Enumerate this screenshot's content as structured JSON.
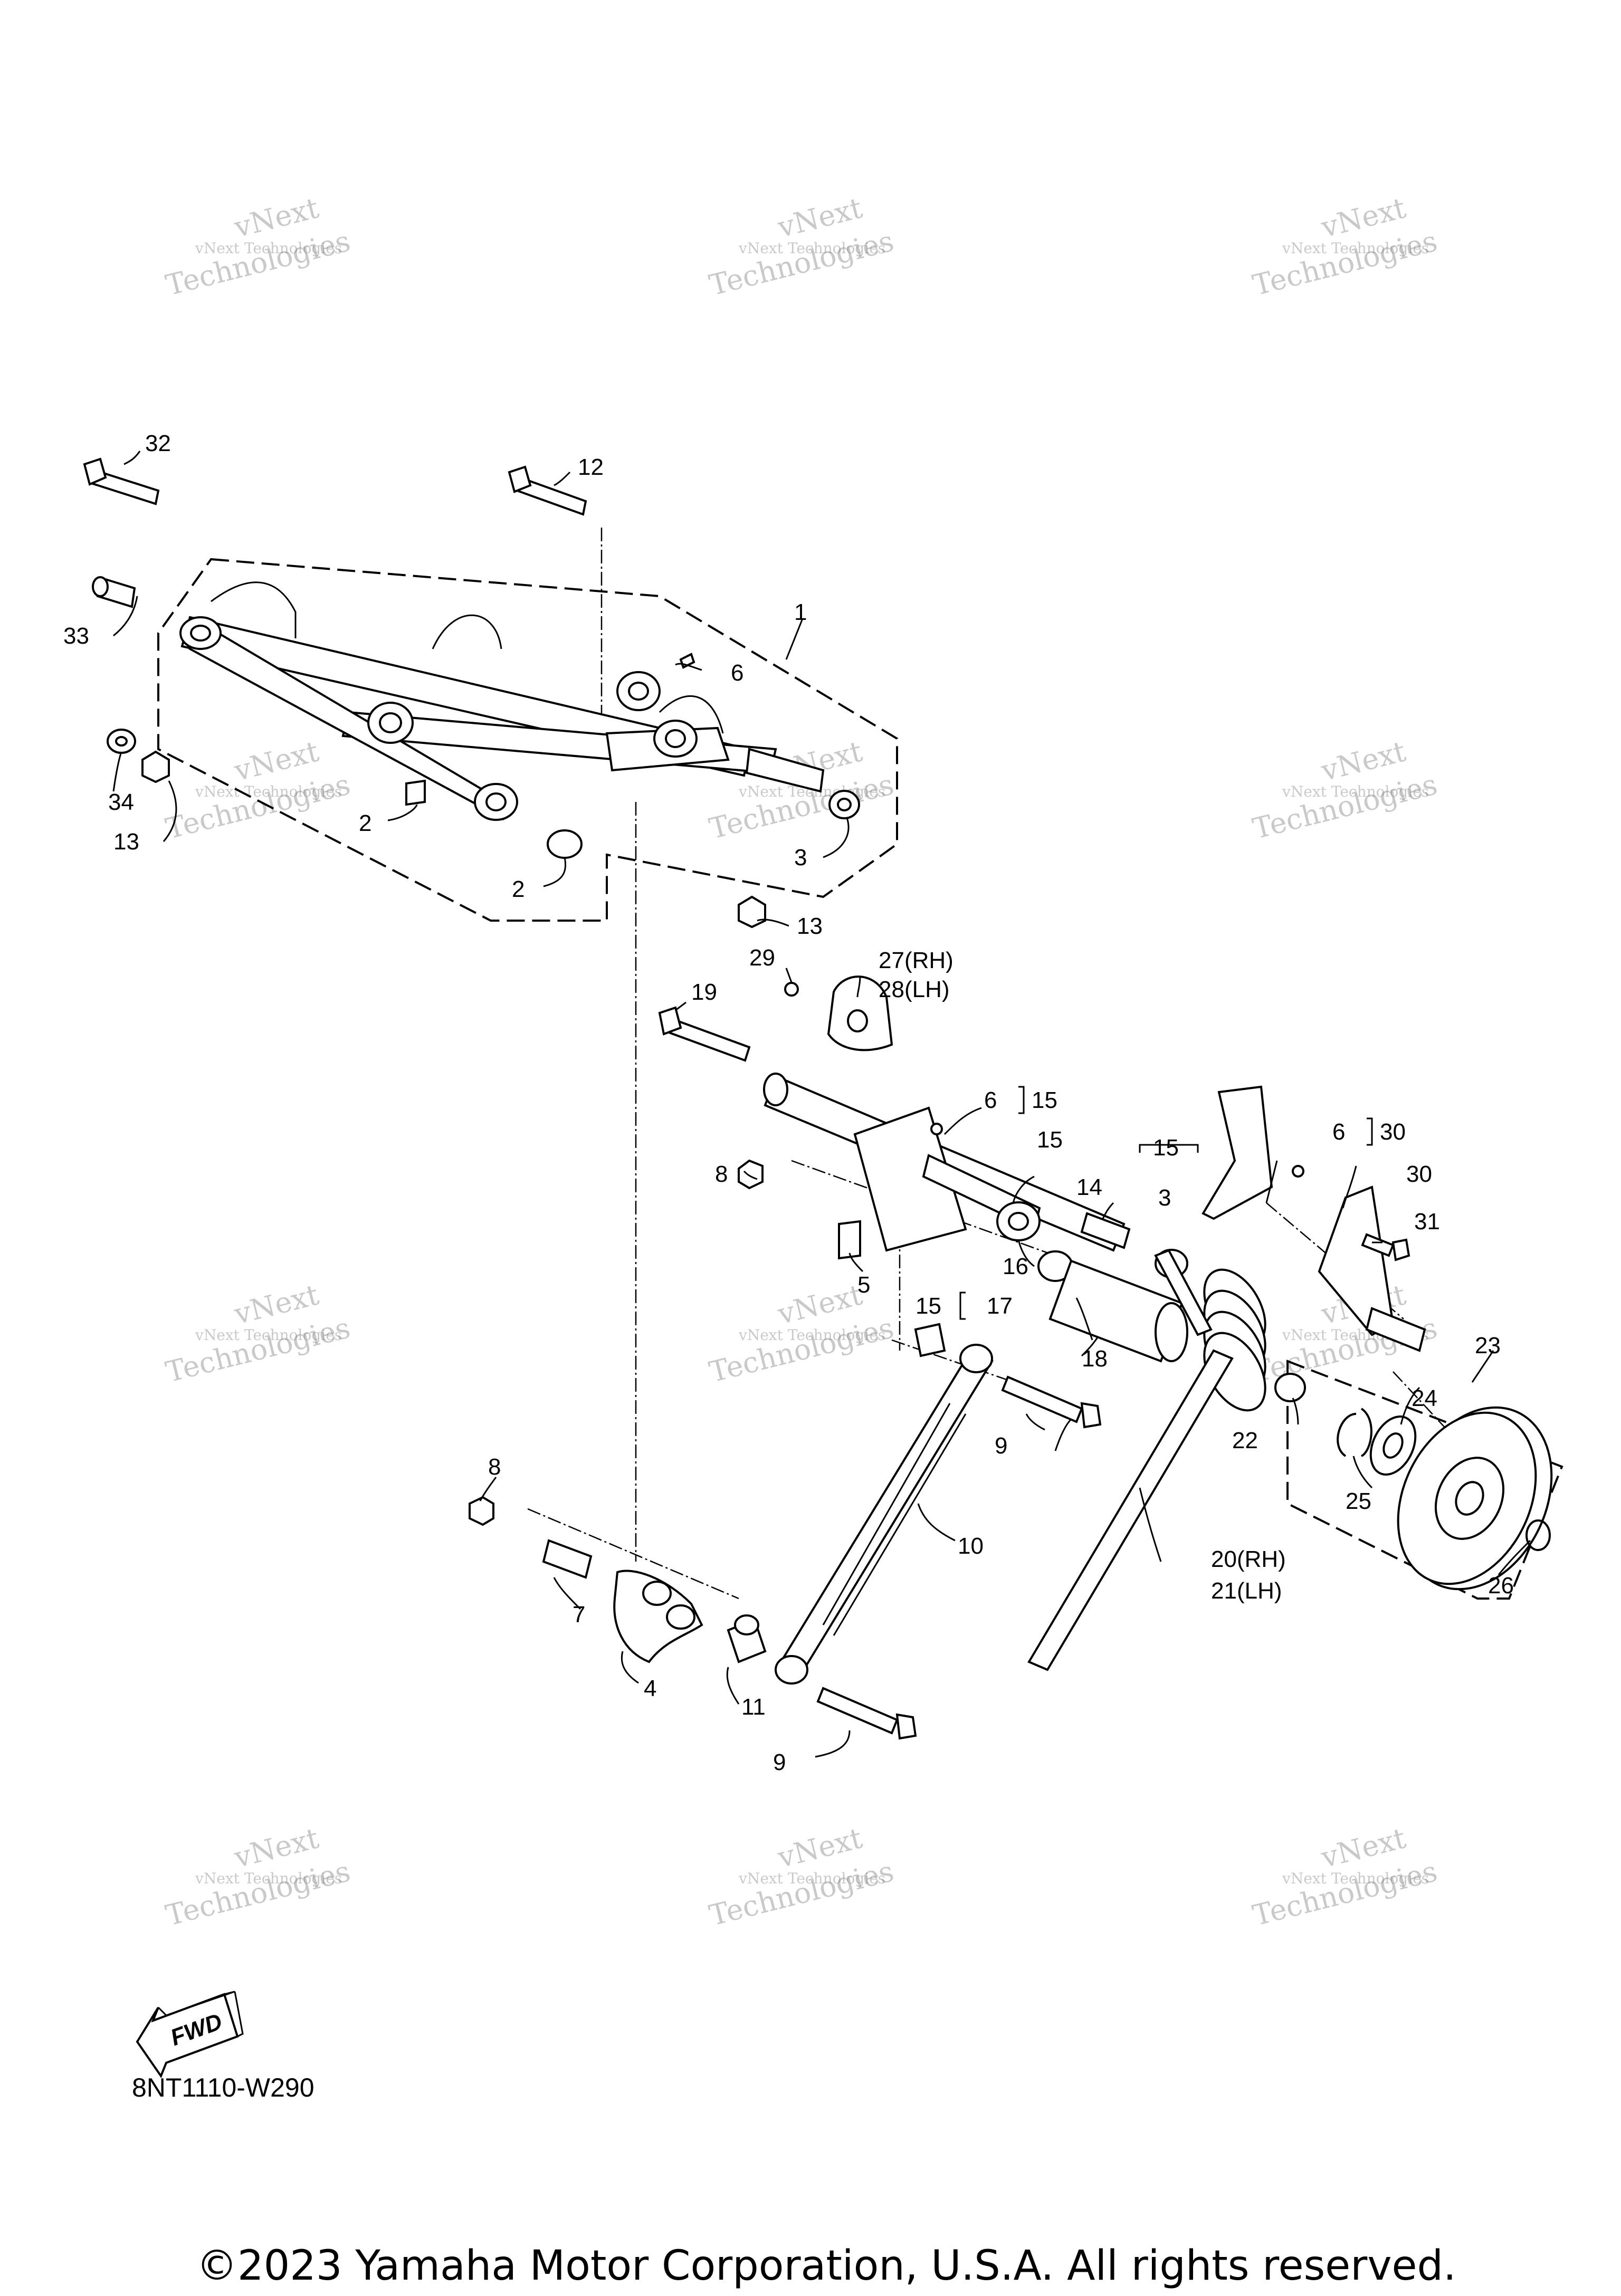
{
  "diagram_code": "8NT1110-W290",
  "copyright": "©2023 Yamaha Motor Corporation, U.S.A. All rights reserved.",
  "fwd_label": "FWD",
  "watermark": {
    "line1": "vNext Technologies",
    "line2": "vNext",
    "line3": "Technologies"
  },
  "callouts": {
    "c1": "1",
    "c2a": "2",
    "c2b": "2",
    "c3a": "3",
    "c3b": "3",
    "c4": "4",
    "c5": "5",
    "c6a": "6",
    "c6b": "6",
    "c6c": "6",
    "c7": "7",
    "c8a": "8",
    "c8b": "8",
    "c9a": "9",
    "c9b": "9",
    "c10": "10",
    "c11": "11",
    "c12": "12",
    "c13a": "13",
    "c13b": "13",
    "c14": "14",
    "c15a": "15",
    "c15b": "15",
    "c15c": "15",
    "c15d": "15",
    "c16": "16",
    "c17": "17",
    "c18": "18",
    "c19": "19",
    "c20": "20(RH)",
    "c21": "21(LH)",
    "c22": "22",
    "c23": "23",
    "c24": "24",
    "c25": "25",
    "c26": "26",
    "c27": "27(RH)",
    "c28": "28(LH)",
    "c29": "29",
    "c30a": "30",
    "c30b": "30",
    "c31": "31",
    "c32": "32",
    "c33": "33",
    "c34": "34"
  }
}
